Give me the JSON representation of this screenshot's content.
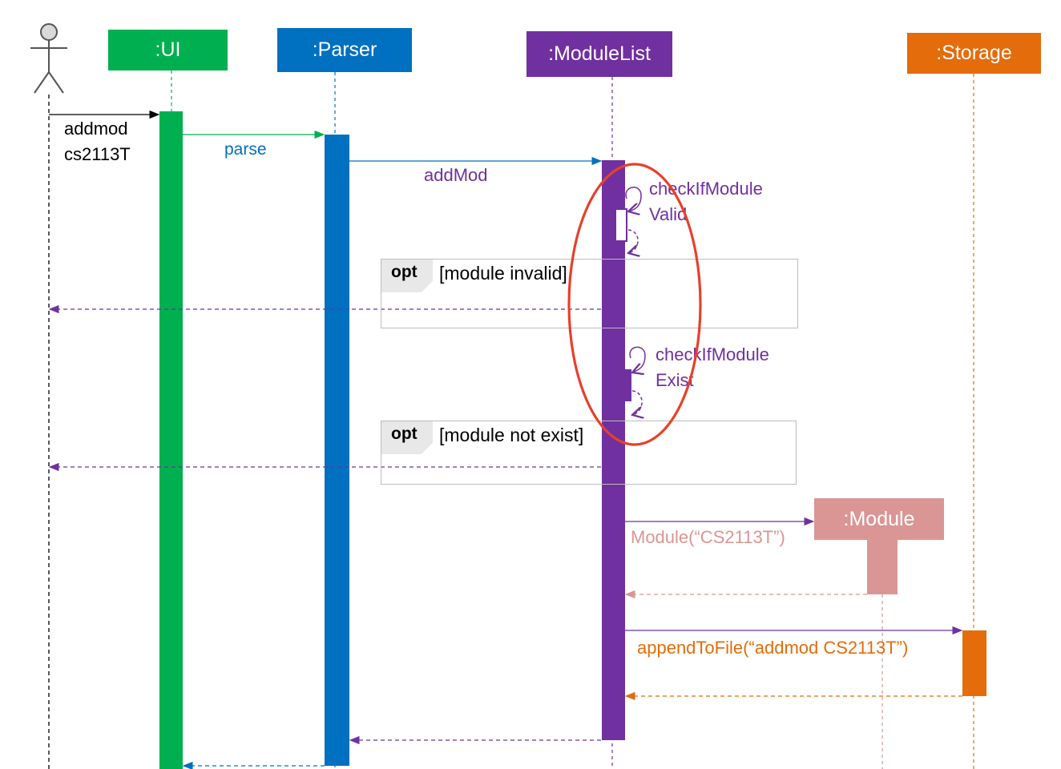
{
  "colors": {
    "ui": "#00b050",
    "parser": "#0070c0",
    "modulelist": "#7030a0",
    "storage": "#e46c0a",
    "module": "#da9694",
    "annotation": "#e8402a"
  },
  "participants": {
    "ui": ":UI",
    "parser": ":Parser",
    "modulelist": ":ModuleList",
    "storage": ":Storage",
    "module": ":Module"
  },
  "messages": {
    "user_cmd_line1": "addmod",
    "user_cmd_line2": "cs2113T",
    "parse": "parse",
    "add_mod": "addMod",
    "check_valid_line1": "checkIfModule",
    "check_valid_line2": "Valid",
    "check_exist_line1": "checkIfModule",
    "check_exist_line2": "Exist",
    "module_ctor": "Module(“CS2113T”)",
    "append_to_file": "appendToFile(“addmod CS2113T”)"
  },
  "fragments": {
    "opt1": {
      "operator": "opt",
      "guard": "[module invalid]"
    },
    "opt2": {
      "operator": "opt",
      "guard": "[module not exist]"
    }
  },
  "icons": {
    "actor": "stick-figure-actor-icon"
  }
}
